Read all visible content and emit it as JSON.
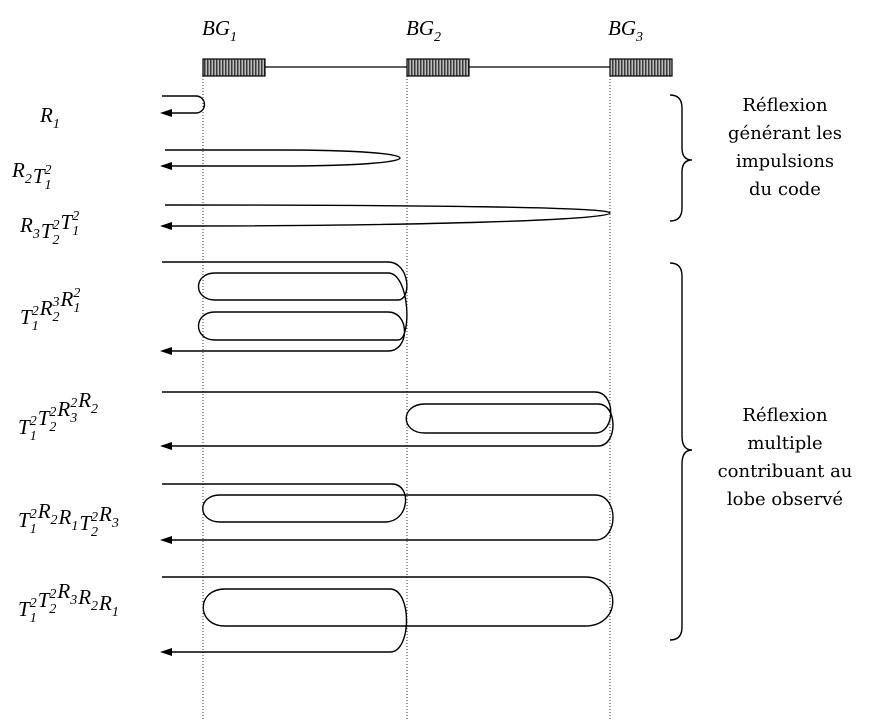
{
  "gratings": [
    {
      "letter": "BG",
      "sub": "1"
    },
    {
      "letter": "BG",
      "sub": "2"
    },
    {
      "letter": "BG",
      "sub": "3"
    }
  ],
  "reflections": [
    {
      "terms": [
        [
          "R",
          "1",
          ""
        ]
      ]
    },
    {
      "terms": [
        [
          "R",
          "2",
          ""
        ],
        [
          "T",
          "1",
          "2"
        ]
      ]
    },
    {
      "terms": [
        [
          "R",
          "3",
          ""
        ],
        [
          "T",
          "2",
          "2"
        ],
        [
          "T",
          "1",
          "2"
        ]
      ]
    },
    {
      "terms": [
        [
          "T",
          "1",
          "2"
        ],
        [
          "R",
          "2",
          "3"
        ],
        [
          "R",
          "1",
          "2"
        ]
      ]
    },
    {
      "terms": [
        [
          "T",
          "1",
          "2"
        ],
        [
          "T",
          "2",
          "2"
        ],
        [
          "R",
          "3",
          "2"
        ],
        [
          "R",
          "2",
          ""
        ]
      ]
    },
    {
      "terms": [
        [
          "T",
          "1",
          "2"
        ],
        [
          "R",
          "2",
          ""
        ],
        [
          "R",
          "1",
          ""
        ],
        [
          "T",
          "2",
          "2"
        ],
        [
          "R",
          "3",
          ""
        ]
      ]
    },
    {
      "terms": [
        [
          "T",
          "1",
          "2"
        ],
        [
          "T",
          "2",
          "2"
        ],
        [
          "R",
          "3",
          ""
        ],
        [
          "R",
          "2",
          ""
        ],
        [
          "R",
          "1",
          ""
        ]
      ]
    }
  ],
  "groups": {
    "code": [
      "Réflexion",
      "générant les",
      "impulsions",
      "du code"
    ],
    "multiple": [
      "Réflexion",
      "multiple",
      "contribuant au",
      "lobe observé"
    ]
  },
  "colors": {
    "grating_fill": "#4a4a4a",
    "line": "#000000"
  }
}
